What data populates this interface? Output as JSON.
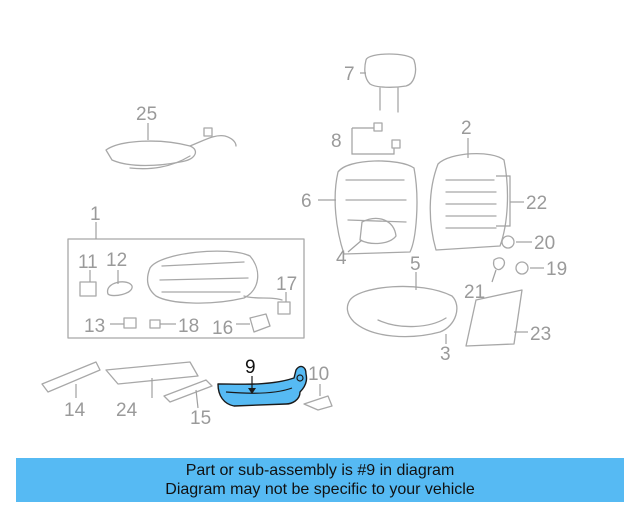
{
  "diagram": {
    "callouts": [
      {
        "id": "c1",
        "text": "1"
      },
      {
        "id": "c2",
        "text": "2"
      },
      {
        "id": "c3",
        "text": "3"
      },
      {
        "id": "c4",
        "text": "4"
      },
      {
        "id": "c5",
        "text": "5"
      },
      {
        "id": "c6",
        "text": "6"
      },
      {
        "id": "c7",
        "text": "7"
      },
      {
        "id": "c8",
        "text": "8"
      },
      {
        "id": "c9",
        "text": "9"
      },
      {
        "id": "c10",
        "text": "10"
      },
      {
        "id": "c11",
        "text": "11"
      },
      {
        "id": "c12",
        "text": "12"
      },
      {
        "id": "c13",
        "text": "13"
      },
      {
        "id": "c14",
        "text": "14"
      },
      {
        "id": "c15",
        "text": "15"
      },
      {
        "id": "c16",
        "text": "16"
      },
      {
        "id": "c17",
        "text": "17"
      },
      {
        "id": "c18",
        "text": "18"
      },
      {
        "id": "c19",
        "text": "19"
      },
      {
        "id": "c20",
        "text": "20"
      },
      {
        "id": "c21",
        "text": "21"
      },
      {
        "id": "c22",
        "text": "22"
      },
      {
        "id": "c23",
        "text": "23"
      },
      {
        "id": "c24",
        "text": "24"
      },
      {
        "id": "c25",
        "text": "25"
      }
    ],
    "highlight_color": "#56baf3",
    "line_color": "#a8a8a8"
  },
  "banner": {
    "line1": "Part or sub-assembly is #9 in diagram",
    "line2": "Diagram may not be specific to your vehicle",
    "color": "#56baf3"
  }
}
